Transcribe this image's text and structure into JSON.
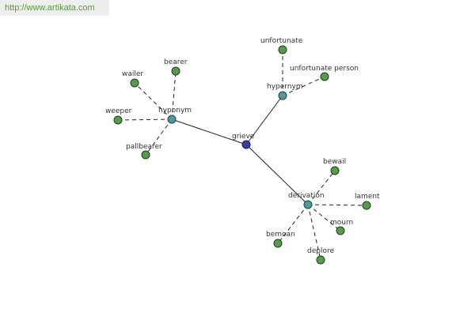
{
  "watermark": "http://www.artikata.com",
  "root": {
    "label": "grieve"
  },
  "relations": [
    {
      "id": "hyponym",
      "label": "hyponym",
      "children": [
        "wailer",
        "bearer",
        "weeper",
        "pallbearer"
      ]
    },
    {
      "id": "hypernym",
      "label": "hypernym",
      "children": [
        "unfortunate",
        "unfortunate person"
      ]
    },
    {
      "id": "derivation",
      "label": "derivation",
      "children": [
        "bewail",
        "lament",
        "mourn",
        "deplore",
        "bemoan"
      ]
    }
  ],
  "colors": {
    "leaf_node": "#5a9a4e",
    "relation_node": "#4f9a9a",
    "root_node": "#3a3f9a",
    "watermark_text": "#5a9a3c"
  }
}
